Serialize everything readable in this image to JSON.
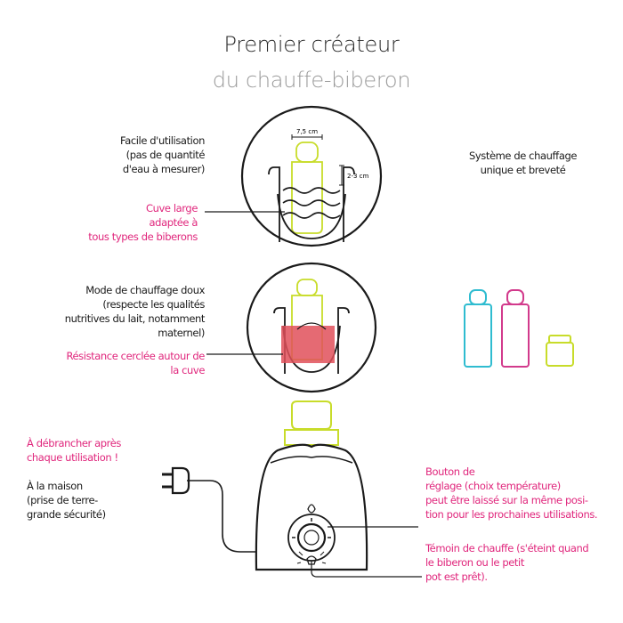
{
  "title": {
    "line1": "Premier créateur",
    "line2": "du chauffe-biberon"
  },
  "labels": {
    "facile": [
      "Facile d'utilisation",
      "(pas de quantité",
      "d'eau à mesurer)"
    ],
    "cuve": [
      "Cuve large",
      "adaptée à",
      "tous types de biberons"
    ],
    "dim_width": "7,5 cm",
    "dim_height": "2-3 cm",
    "systeme": [
      "Système de chauffage",
      "unique et breveté"
    ],
    "mode": [
      "Mode de chauffage doux",
      "(respecte les qualités",
      "nutritives du lait, notamment",
      "maternel)"
    ],
    "resistance": [
      "Résistance cerclée autour de",
      "la cuve"
    ],
    "debrancher": [
      "À débrancher après",
      "chaque utilisation !"
    ],
    "maison": [
      "À la maison",
      "(prise de terre-",
      "grande sécurité)"
    ],
    "bouton": [
      "Bouton de",
      "réglage (choix température)",
      "peut être laissé sur la même posi-",
      "tion pour les prochaines utilisations."
    ],
    "temoin": [
      "Témoin de chauffe (s'éteint quand",
      "le biberon ou le petit",
      "pot est prêt)."
    ]
  },
  "colors": {
    "pink": "#e0267c",
    "lime": "#c8dc2a",
    "cyan": "#2fbcd0",
    "magenta": "#d23a8c",
    "resistance_red": "#e0505a",
    "line": "#1a1a1a",
    "title_gray": "#9a9a9a"
  },
  "icons": {
    "plug": "plug-icon",
    "baby_bottle_cyan": "baby-bottle-icon",
    "baby_bottle_magenta": "baby-bottle-icon",
    "baby_food_jar": "jar-icon",
    "dial": "dial-icon",
    "heat_light": "light-icon"
  }
}
